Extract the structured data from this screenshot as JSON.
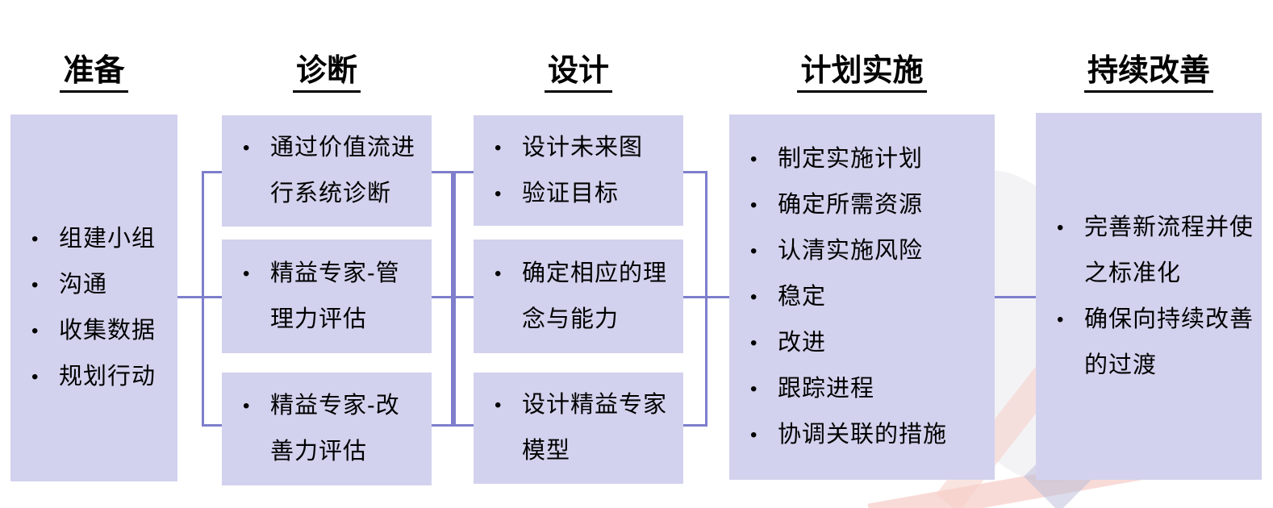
{
  "bullet": "•",
  "colors": {
    "box_fill": "#d2d2ee",
    "connector": "#7e7ecd",
    "header_text": "#000000",
    "body_text": "#000000"
  },
  "columns": [
    {
      "id": "preparation",
      "header": "准备",
      "boxes": [
        {
          "items": [
            "组建小组",
            "沟通",
            "收集数据",
            "规划行动"
          ]
        }
      ]
    },
    {
      "id": "diagnosis",
      "header": "诊断",
      "boxes": [
        {
          "items": [
            "通过价值流进\n行系统诊断"
          ]
        },
        {
          "items": [
            "精益专家-管\n理力评估"
          ]
        },
        {
          "items": [
            "精益专家-改\n善力评估"
          ]
        }
      ]
    },
    {
      "id": "design",
      "header": "设计",
      "boxes": [
        {
          "items": [
            "设计未来图",
            "验证目标"
          ]
        },
        {
          "items": [
            "确定相应的理\n念与能力"
          ]
        },
        {
          "items": [
            "设计精益专家\n模型"
          ]
        }
      ]
    },
    {
      "id": "plan-implementation",
      "header": "计划实施",
      "boxes": [
        {
          "items": [
            "制定实施计划",
            "确定所需资源",
            "认清实施风险",
            "稳定",
            "改进",
            "跟踪进程",
            "协调关联的措施"
          ]
        }
      ]
    },
    {
      "id": "continuous-improvement",
      "header": "持续改善",
      "boxes": [
        {
          "items": [
            "完善新流程并使\n之标准化",
            "确保向持续改善\n的过渡"
          ]
        }
      ]
    }
  ]
}
